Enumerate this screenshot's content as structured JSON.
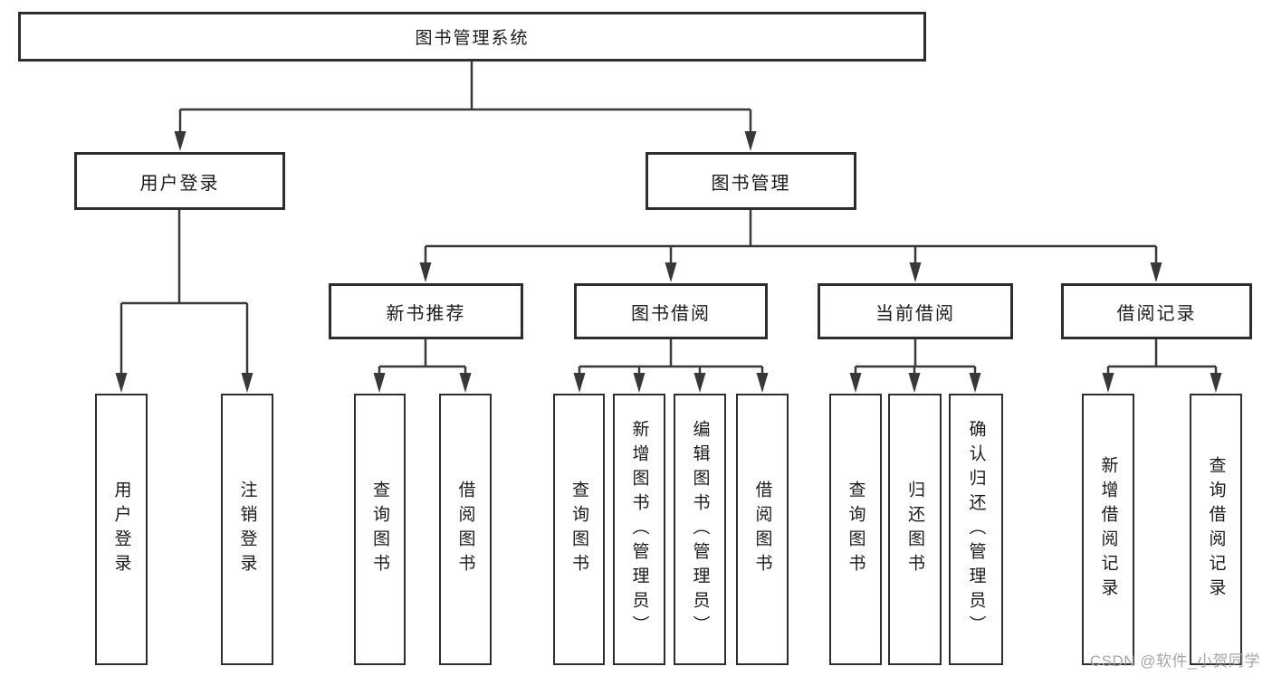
{
  "tree": {
    "root": {
      "label": "图书管理系统"
    },
    "branches": [
      {
        "label": "用户登录",
        "children": [
          {
            "label": "用户登录"
          },
          {
            "label": "注销登录"
          }
        ]
      },
      {
        "label": "图书管理",
        "children": [
          {
            "label": "新书推荐",
            "children": [
              {
                "label": "查询图书"
              },
              {
                "label": "借阅图书"
              }
            ]
          },
          {
            "label": "图书借阅",
            "children": [
              {
                "label": "查询图书"
              },
              {
                "label": "新增图书（管理员）"
              },
              {
                "label": "编辑图书（管理员）"
              },
              {
                "label": "借阅图书"
              }
            ]
          },
          {
            "label": "当前借阅",
            "children": [
              {
                "label": "查询图书"
              },
              {
                "label": "归还图书"
              },
              {
                "label": "确认归还（管理员）"
              }
            ]
          },
          {
            "label": "借阅记录",
            "children": [
              {
                "label": "新增借阅记录"
              },
              {
                "label": "查询借阅记录"
              }
            ]
          }
        ]
      }
    ]
  },
  "watermark": {
    "text": "CSDN @软件_小贺同学",
    "color": "#9da1a8"
  },
  "colors": {
    "box_border": "#2e2e2e",
    "connector_line": "#383838",
    "text": "#1b1b1b",
    "background": "#ffffff"
  }
}
